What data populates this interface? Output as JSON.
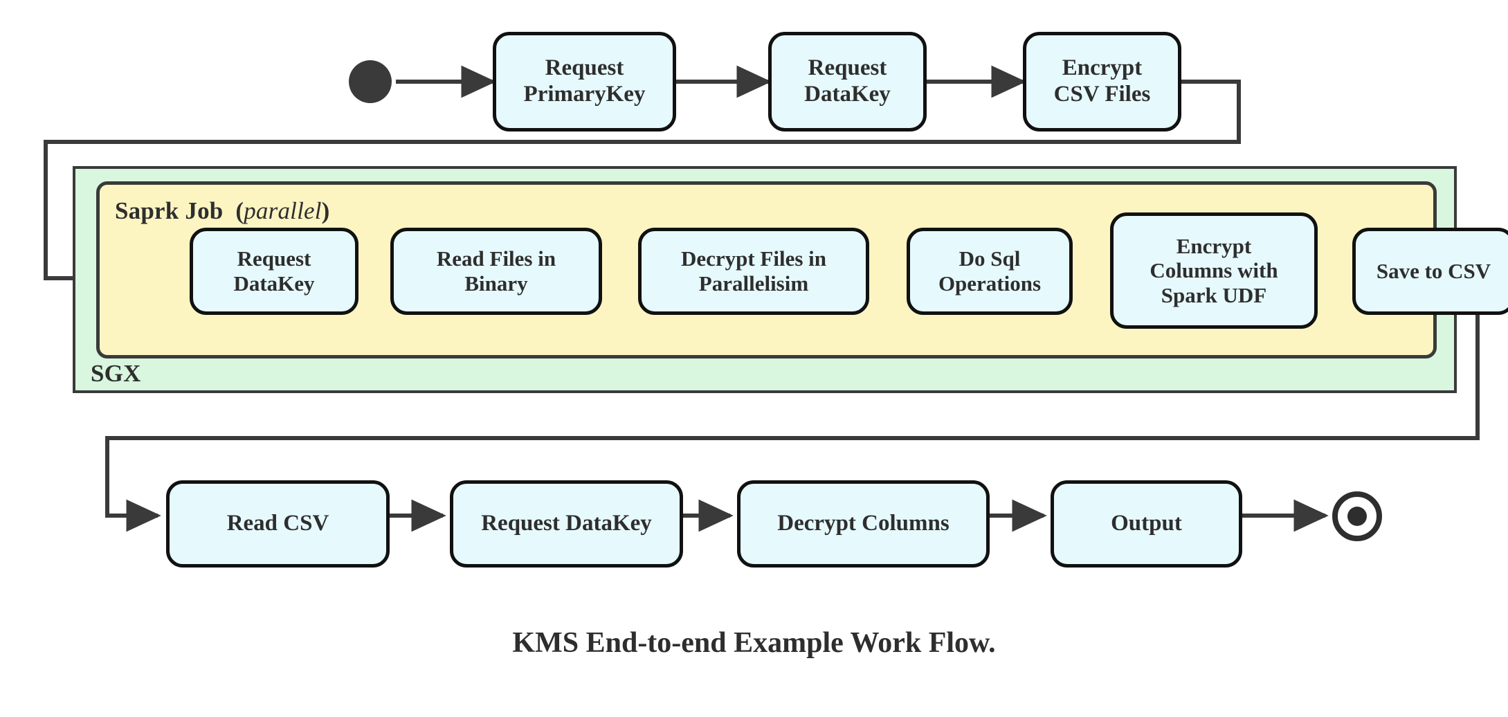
{
  "diagram": {
    "caption": "KMS End-to-end Example Work Flow.",
    "colors": {
      "node_fill": "#e6f9fd",
      "node_stroke": "#111111",
      "sgx_fill": "#d9f6de",
      "spark_fill": "#fcf5c2",
      "line": "#3a3a3a",
      "text": "#2e2e2e"
    },
    "start_marker": "filled-circle",
    "end_marker": "bullseye-circle",
    "groups": {
      "sgx": {
        "label": "SGX"
      },
      "spark": {
        "label": "Saprk Job",
        "qualifier": "parallel",
        "qualifier_open": "(",
        "qualifier_close": ")"
      }
    },
    "rows": {
      "top": {
        "nodes": [
          {
            "id": "request-primarykey",
            "label": "Request\nPrimaryKey"
          },
          {
            "id": "request-datakey-top",
            "label": "Request\nDataKey"
          },
          {
            "id": "encrypt-csv-files",
            "label": "Encrypt\nCSV Files"
          }
        ]
      },
      "spark": {
        "nodes": [
          {
            "id": "request-datakey-spark",
            "label": "Request\nDataKey"
          },
          {
            "id": "read-files-in-binary",
            "label": "Read Files in\nBinary"
          },
          {
            "id": "decrypt-files-in-parallelisim",
            "label": "Decrypt Files in\nParallelisim"
          },
          {
            "id": "do-sql-operations",
            "label": "Do Sql\nOperations"
          },
          {
            "id": "encrypt-columns-with-spark-udf",
            "label": "Encrypt\nColumns with\nSpark UDF"
          },
          {
            "id": "save-to-csv",
            "label": "Save to CSV"
          }
        ]
      },
      "bottom": {
        "nodes": [
          {
            "id": "read-csv",
            "label": "Read CSV"
          },
          {
            "id": "request-datakey-bottom",
            "label": "Request DataKey"
          },
          {
            "id": "decrypt-columns",
            "label": "Decrypt Columns"
          },
          {
            "id": "output",
            "label": "Output"
          }
        ]
      }
    },
    "edges": [
      {
        "id": "start-to-request-primarykey",
        "from": "start",
        "to": "request-primarykey"
      },
      {
        "id": "request-primarykey-to-request-datakey",
        "from": "request-primarykey",
        "to": "request-datakey-top"
      },
      {
        "id": "request-datakey-to-encrypt-csv-files",
        "from": "request-datakey-top",
        "to": "encrypt-csv-files"
      },
      {
        "id": "encrypt-csv-files-to-spark-request-datakey",
        "from": "encrypt-csv-files",
        "to": "request-datakey-spark",
        "routing": "wrap-left"
      },
      {
        "id": "request-datakey-to-read-files",
        "from": "request-datakey-spark",
        "to": "read-files-in-binary"
      },
      {
        "id": "read-files-to-decrypt-files",
        "from": "read-files-in-binary",
        "to": "decrypt-files-in-parallelisim"
      },
      {
        "id": "decrypt-files-to-do-sql",
        "from": "decrypt-files-in-parallelisim",
        "to": "do-sql-operations"
      },
      {
        "id": "do-sql-to-encrypt-columns",
        "from": "do-sql-operations",
        "to": "encrypt-columns-with-spark-udf"
      },
      {
        "id": "encrypt-columns-to-save-csv",
        "from": "encrypt-columns-with-spark-udf",
        "to": "save-to-csv"
      },
      {
        "id": "save-csv-to-read-csv",
        "from": "save-to-csv",
        "to": "read-csv",
        "routing": "wrap-right"
      },
      {
        "id": "read-csv-to-request-datakey",
        "from": "read-csv",
        "to": "request-datakey-bottom"
      },
      {
        "id": "request-datakey-to-decrypt-columns",
        "from": "request-datakey-bottom",
        "to": "decrypt-columns"
      },
      {
        "id": "decrypt-columns-to-output",
        "from": "decrypt-columns",
        "to": "output"
      },
      {
        "id": "output-to-end",
        "from": "output",
        "to": "end"
      }
    ]
  }
}
